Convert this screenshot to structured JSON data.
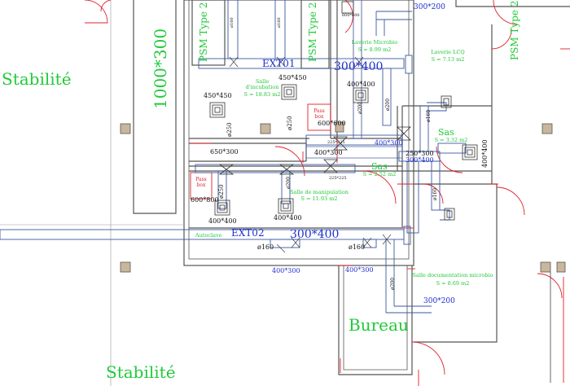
{
  "rooms": {
    "stabilite_left": "Stabilité",
    "stabilite_bottom": "Stabilité",
    "bureau": "Bureau",
    "psm_left": "PSM Type 2",
    "psm_mid": "PSM Type 2",
    "psm_right": "PSM Type 2",
    "sas_upper": "Sas",
    "sas_lower": "Sas",
    "salle_incubation": "Salle\nd'incubation",
    "salle_incubation_area": "S = 18.83 m2",
    "laverie_microbio": "Laverie Microbio",
    "laverie_microbio_area": "S = 8.99 m2",
    "laverie_lcq": "Laverie LCQ",
    "laverie_lcq_area": "S = 7.13 m2",
    "sas_upper_area": "S = 3.32 m2",
    "sas_lower_area": "S = 2.52 m2",
    "salle_manipulation": "Salle de manipulation",
    "salle_manipulation_area": "S = 11.93 m2",
    "salle_documentation": "Salle documentation microbio",
    "salle_documentation_area": "S = 8.69 m2",
    "pass_box_upper": "Pass\nbox",
    "pass_box_lower": "Pass\nbox",
    "autoclave": "Autoclave"
  },
  "ducts": {
    "ext01": "EXT01",
    "ext02": "EXT02",
    "main_top": "300*400",
    "main_bottom": "300*400",
    "riser": "1000*300",
    "d_300_200_top": "300*200",
    "d_300_200_bottom": "300*200",
    "d_600_600_top": "600*600",
    "d_600_600_box": "600*600",
    "d_600_800": "600*800",
    "d_650_300": "650*300",
    "d_400_300_a": "400*300",
    "d_400_300_b": "400*300",
    "d_400_300_c": "400*300",
    "d_400_300_d": "400*300",
    "d_250_300": "250*300",
    "d_225_225_a": "225*225",
    "d_225_225_b": "225*225",
    "d_400_400_vert": "400*400",
    "d_300_400_small": "300*400",
    "grille_450_a": "450*450",
    "grille_450_b": "450*450",
    "grille_400_a": "400*400",
    "grille_400_b": "400*400",
    "grille_400_c": "400*400",
    "p160_a": "ø160",
    "p160_b": "ø160",
    "p160_c": "ø160",
    "p160_d": "ø160",
    "p160_e": "ø160",
    "p160_f": "ø160",
    "p250_a": "ø250",
    "p250_b": "ø250",
    "p250_c": "ø250",
    "p200_a": "ø200",
    "p200_b": "ø200",
    "p200_c": "ø200",
    "p200_d": "ø200"
  },
  "colors": {
    "room_text": "#22c93a",
    "duct_text": "#1f2fd0",
    "wall": "#555555",
    "door": "#e0202a",
    "duct_line": "#3a5aa0"
  }
}
